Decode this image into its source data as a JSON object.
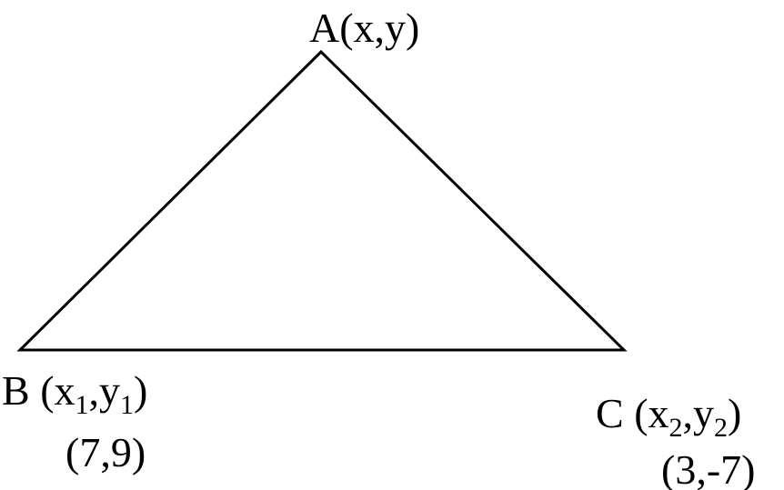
{
  "vertices": {
    "A": {
      "name": "A",
      "coords_label": "(x,y)"
    },
    "B": {
      "name": "B",
      "open": " (x",
      "sub1": "1",
      "mid": ",y",
      "sub2": "1",
      "close": ")",
      "value": "(7,9)"
    },
    "C": {
      "name": "C",
      "open": " (x",
      "sub1": "2",
      "mid": ",y",
      "sub2": "2",
      "close": ")",
      "value": "(3,-7)"
    }
  },
  "colors": {
    "stroke": "#000000",
    "background": "#ffffff"
  }
}
